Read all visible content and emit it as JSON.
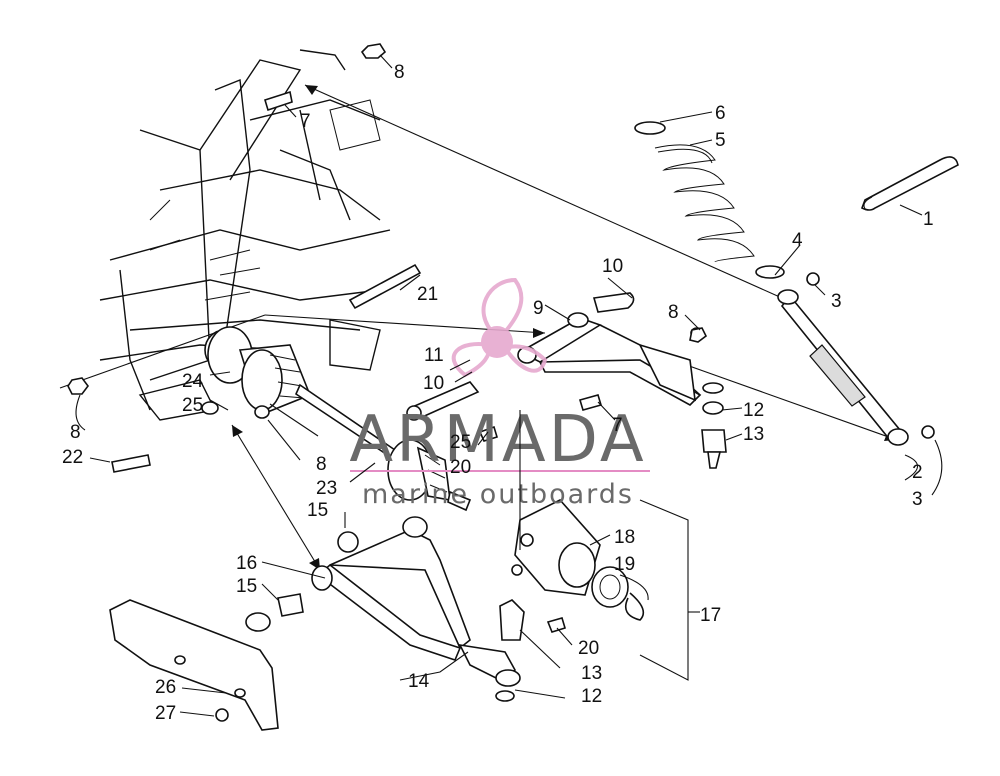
{
  "diagram": {
    "callouts": [
      "1",
      "2",
      "3",
      "3",
      "4",
      "5",
      "6",
      "7",
      "7",
      "8",
      "8",
      "8",
      "8",
      "9",
      "10",
      "10",
      "11",
      "12",
      "12",
      "13",
      "13",
      "14",
      "15",
      "15",
      "16",
      "17",
      "18",
      "19",
      "20",
      "20",
      "21",
      "22",
      "23",
      "24",
      "25",
      "25",
      "26",
      "27"
    ]
  },
  "watermark": {
    "title": "ARMADA",
    "subtitle": "marine outboards",
    "accent_color": "#e6a9cf",
    "line_color": "#e48cc4"
  }
}
